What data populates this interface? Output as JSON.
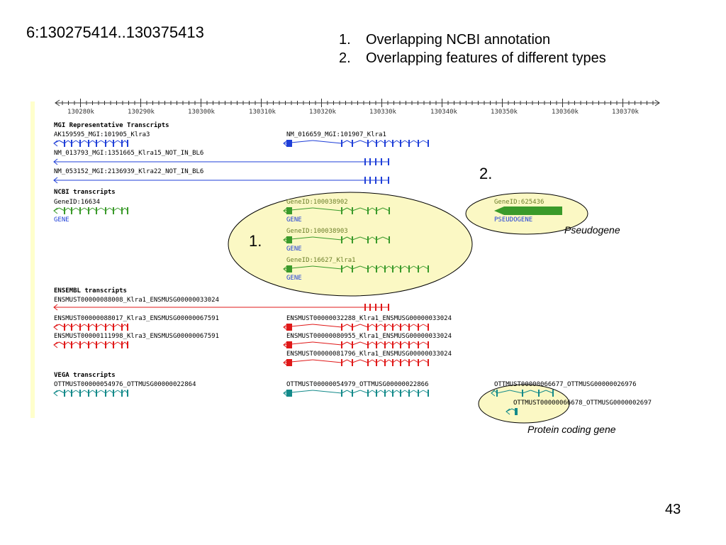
{
  "slide": {
    "title": "6:130275414..130375413",
    "notes": [
      {
        "num": "1.",
        "text": "Overlapping NCBI annotation"
      },
      {
        "num": "2.",
        "text": "Overlapping features of different types"
      }
    ],
    "page_number": "43"
  },
  "ruler": {
    "ticks": [
      "130280k",
      "130290k",
      "130300k",
      "130310k",
      "130320k",
      "130330k",
      "130340k",
      "130350k",
      "130360k",
      "130370k"
    ]
  },
  "tracks": {
    "mgi": {
      "title": "MGI Representative Transcripts",
      "labels": [
        "AK159595_MGI:101905_Klra3",
        "NM_016659_MGI:101907_Klra1",
        "NM_013793_MGI:1351665_Klra15_NOT_IN_BL6",
        "NM_053152_MGI:2136939_Klra22_NOT_IN_BL6"
      ]
    },
    "ncbi": {
      "title": "NCBI transcripts",
      "labels": [
        "GeneID:16634",
        "GENE",
        "GeneID:100038902",
        "GENE",
        "GeneID:100038903",
        "GENE",
        "GeneID:16627_Klra1",
        "GENE",
        "GeneID:625436",
        "PSEUDOGENE"
      ]
    },
    "ensembl": {
      "title": "ENSEMBL transcripts",
      "labels": [
        "ENSMUST00000088008_Klra1_ENSMUSG00000033024",
        "ENSMUST00000088017_Klra3_ENSMUSG00000067591",
        "ENSMUST00000032288_Klra1_ENSMUSG00000033024",
        "ENSMUST00000111998_Klra3_ENSMUSG00000067591",
        "ENSMUST00000080955_Klra1_ENSMUSG00000033024",
        "ENSMUST00000081796_Klra1_ENSMUSG00000033024"
      ]
    },
    "vega": {
      "title": "VEGA transcripts",
      "labels": [
        "OTTMUST00000054976_OTTMUSG00000022864",
        "OTTMUST00000054979_OTTMUSG00000022866",
        "OTTMUST00000066677_OTTMUSG00000026976",
        "OTTMUST00000066678_OTTMUSG0000002697"
      ]
    }
  },
  "annotations": {
    "label_1": "1.",
    "label_2": "2.",
    "pseudogene": "Pseudogene",
    "protein_coding": "Protein coding gene"
  },
  "colors": {
    "mgi": "#1f3fd8",
    "ncbi": "#3a9a2a",
    "ncbi_label": "#6b7f2a",
    "ensembl": "#e01818",
    "vega": "#138a8a",
    "ellipse_fill": "#fbf8c4"
  }
}
